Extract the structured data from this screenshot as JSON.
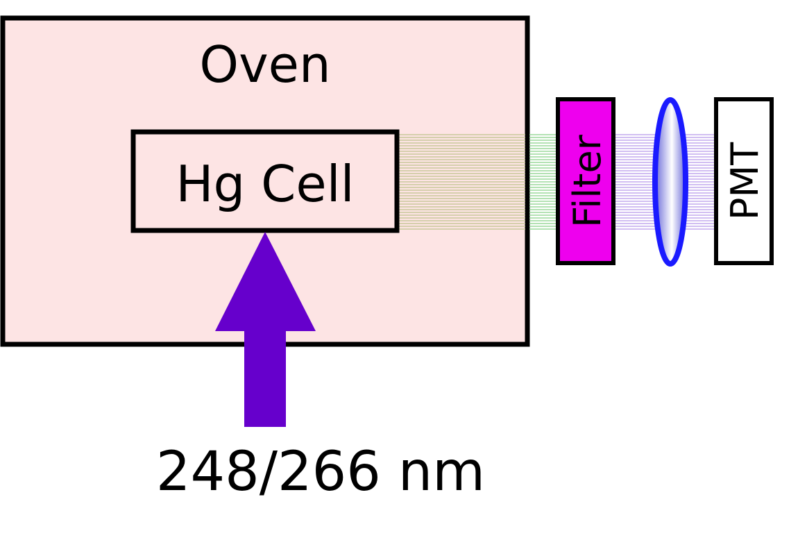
{
  "labels": {
    "oven": "Oven",
    "cell": "Hg Cell",
    "filter": "Filter",
    "detector": "PMT",
    "excitation": "248/266 nm"
  },
  "colors": {
    "oven_fill": "#fde4e4",
    "outline": "#000000",
    "filter_fill": "#ee00ee",
    "lens_stroke": "#1a1aff",
    "lens_fill_center": "#ffffff",
    "lens_fill_edge": "#6a6ad8",
    "arrow": "#6600cc",
    "beam_in_oven": "#c8c89a",
    "beam_to_filter": "#9ad89a",
    "beam_after_filter": "#c2a8ee",
    "detector_fill": "#ffffff"
  }
}
